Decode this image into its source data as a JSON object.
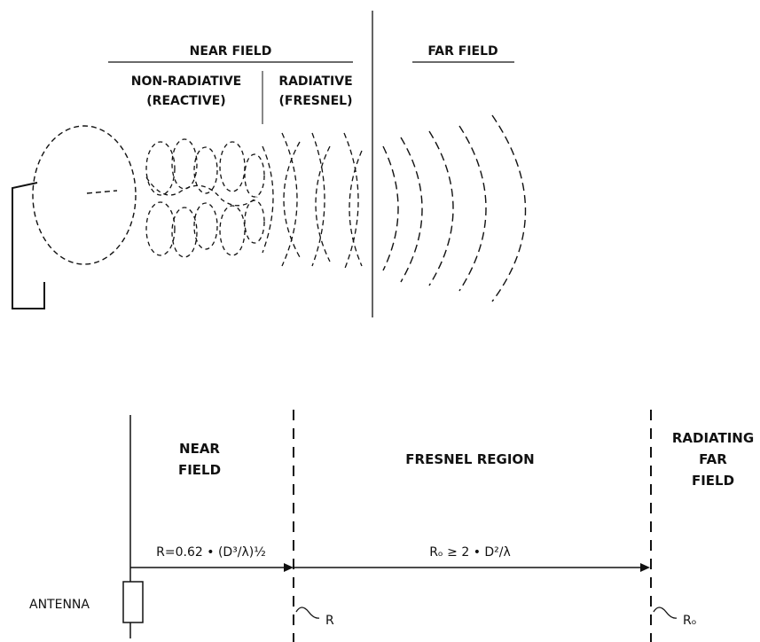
{
  "top_diagram": {
    "near_field_label": "NEAR FIELD",
    "far_field_label": "FAR FIELD",
    "non_radiative_line1": "NON-RADIATIVE",
    "non_radiative_line2": "(REACTIVE)",
    "radiative_line1": "RADIATIVE",
    "radiative_line2": "(FRESNEL)"
  },
  "bottom_diagram": {
    "near_field_line1": "NEAR",
    "near_field_line2": "FIELD",
    "fresnel_region_label": "FRESNEL REGION",
    "radiating_line1": "RADIATING",
    "radiating_line2": "FAR",
    "radiating_line3": "FIELD",
    "r_formula": "R=0.62 • (D³/λ)½",
    "ro_formula": "Rₒ ≥ 2 • D²/λ",
    "antenna_label": "ANTENNA",
    "r_marker": "R",
    "ro_marker": "Rₒ"
  },
  "colors": {
    "ink": "#111111",
    "background": "#ffffff"
  }
}
